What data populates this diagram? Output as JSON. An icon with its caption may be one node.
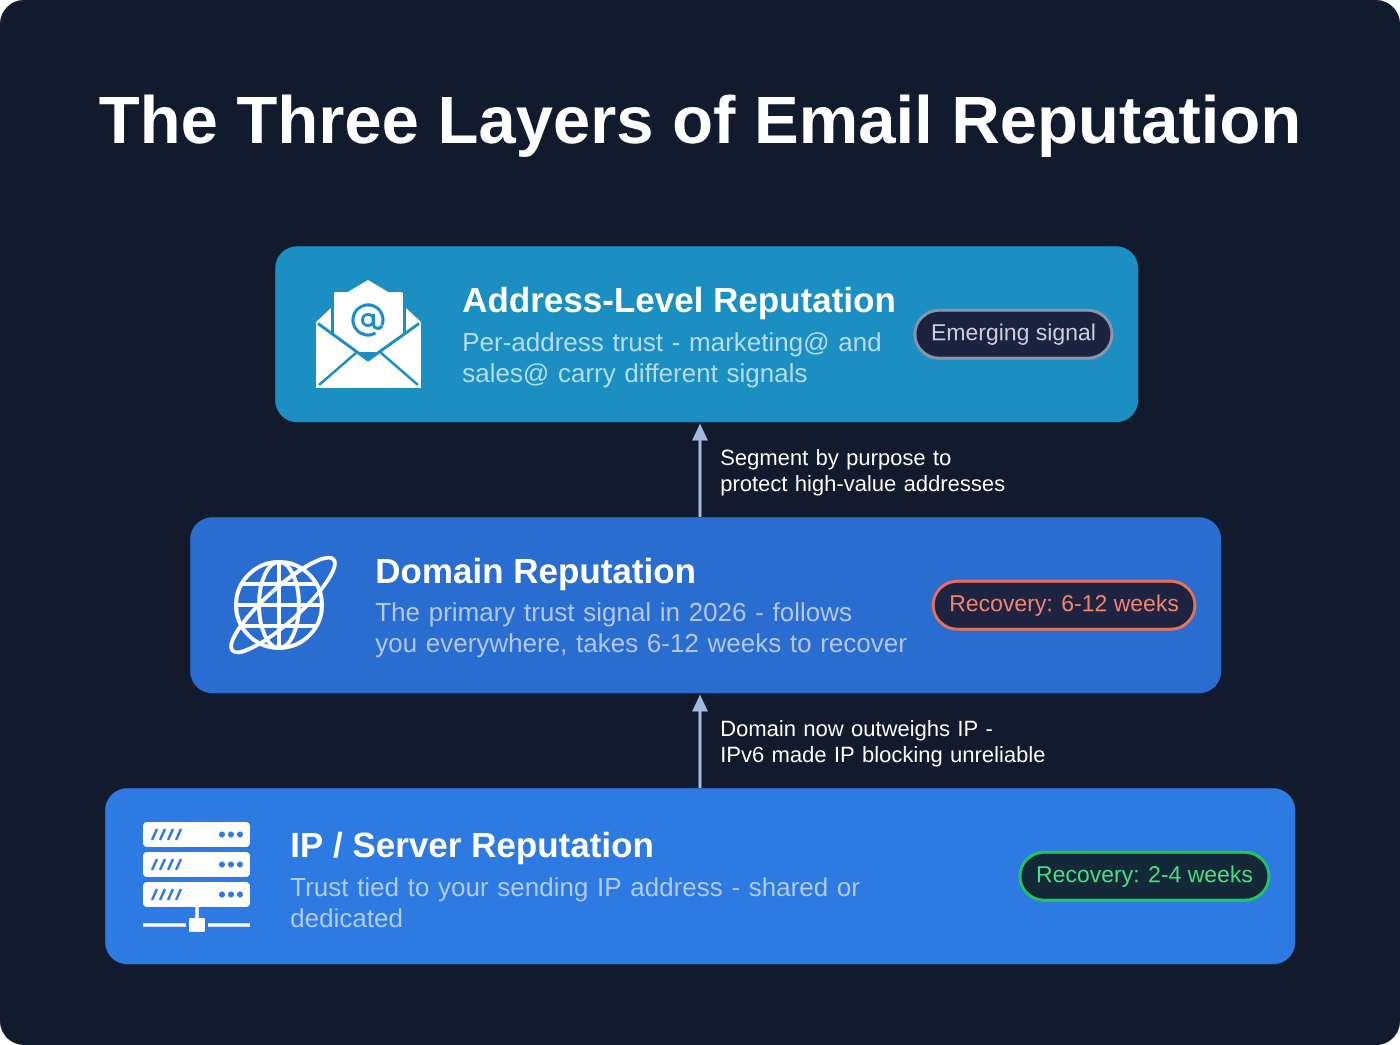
{
  "diagram": {
    "title": "The Three Layers of Email Reputation",
    "nodes": [
      {
        "text": [
          "Address-Level Reputation",
          "Per-address trust - marketing@ and sales@ carry different signals"
        ]
      },
      {
        "text": [
          "Emerging signal"
        ],
        "in": 0
      },
      {
        "text": [
          "Domain Reputation",
          "The primary trust signal in 2026 - follows you everywhere, takes 6-12 weeks to recover"
        ]
      },
      {
        "text": [
          "Recovery: 6-12 weeks"
        ],
        "in": 2
      },
      {
        "text": [
          "IP / Server Reputation",
          "Trust tied to your sending IP address - shared or dedicated"
        ]
      },
      {
        "text": [
          "Recovery: 2-4 weeks"
        ],
        "in": 4
      }
    ],
    "edges": [
      {
        "from": 2,
        "to": 0,
        "arrow": "to",
        "label": "Segment by purpose to protect high-value addresses"
      },
      {
        "from": 4,
        "to": 2,
        "arrow": "to",
        "label": "Domain now outweighs IP - IPv6 made IP blocking unreliable"
      }
    ]
  }
}
